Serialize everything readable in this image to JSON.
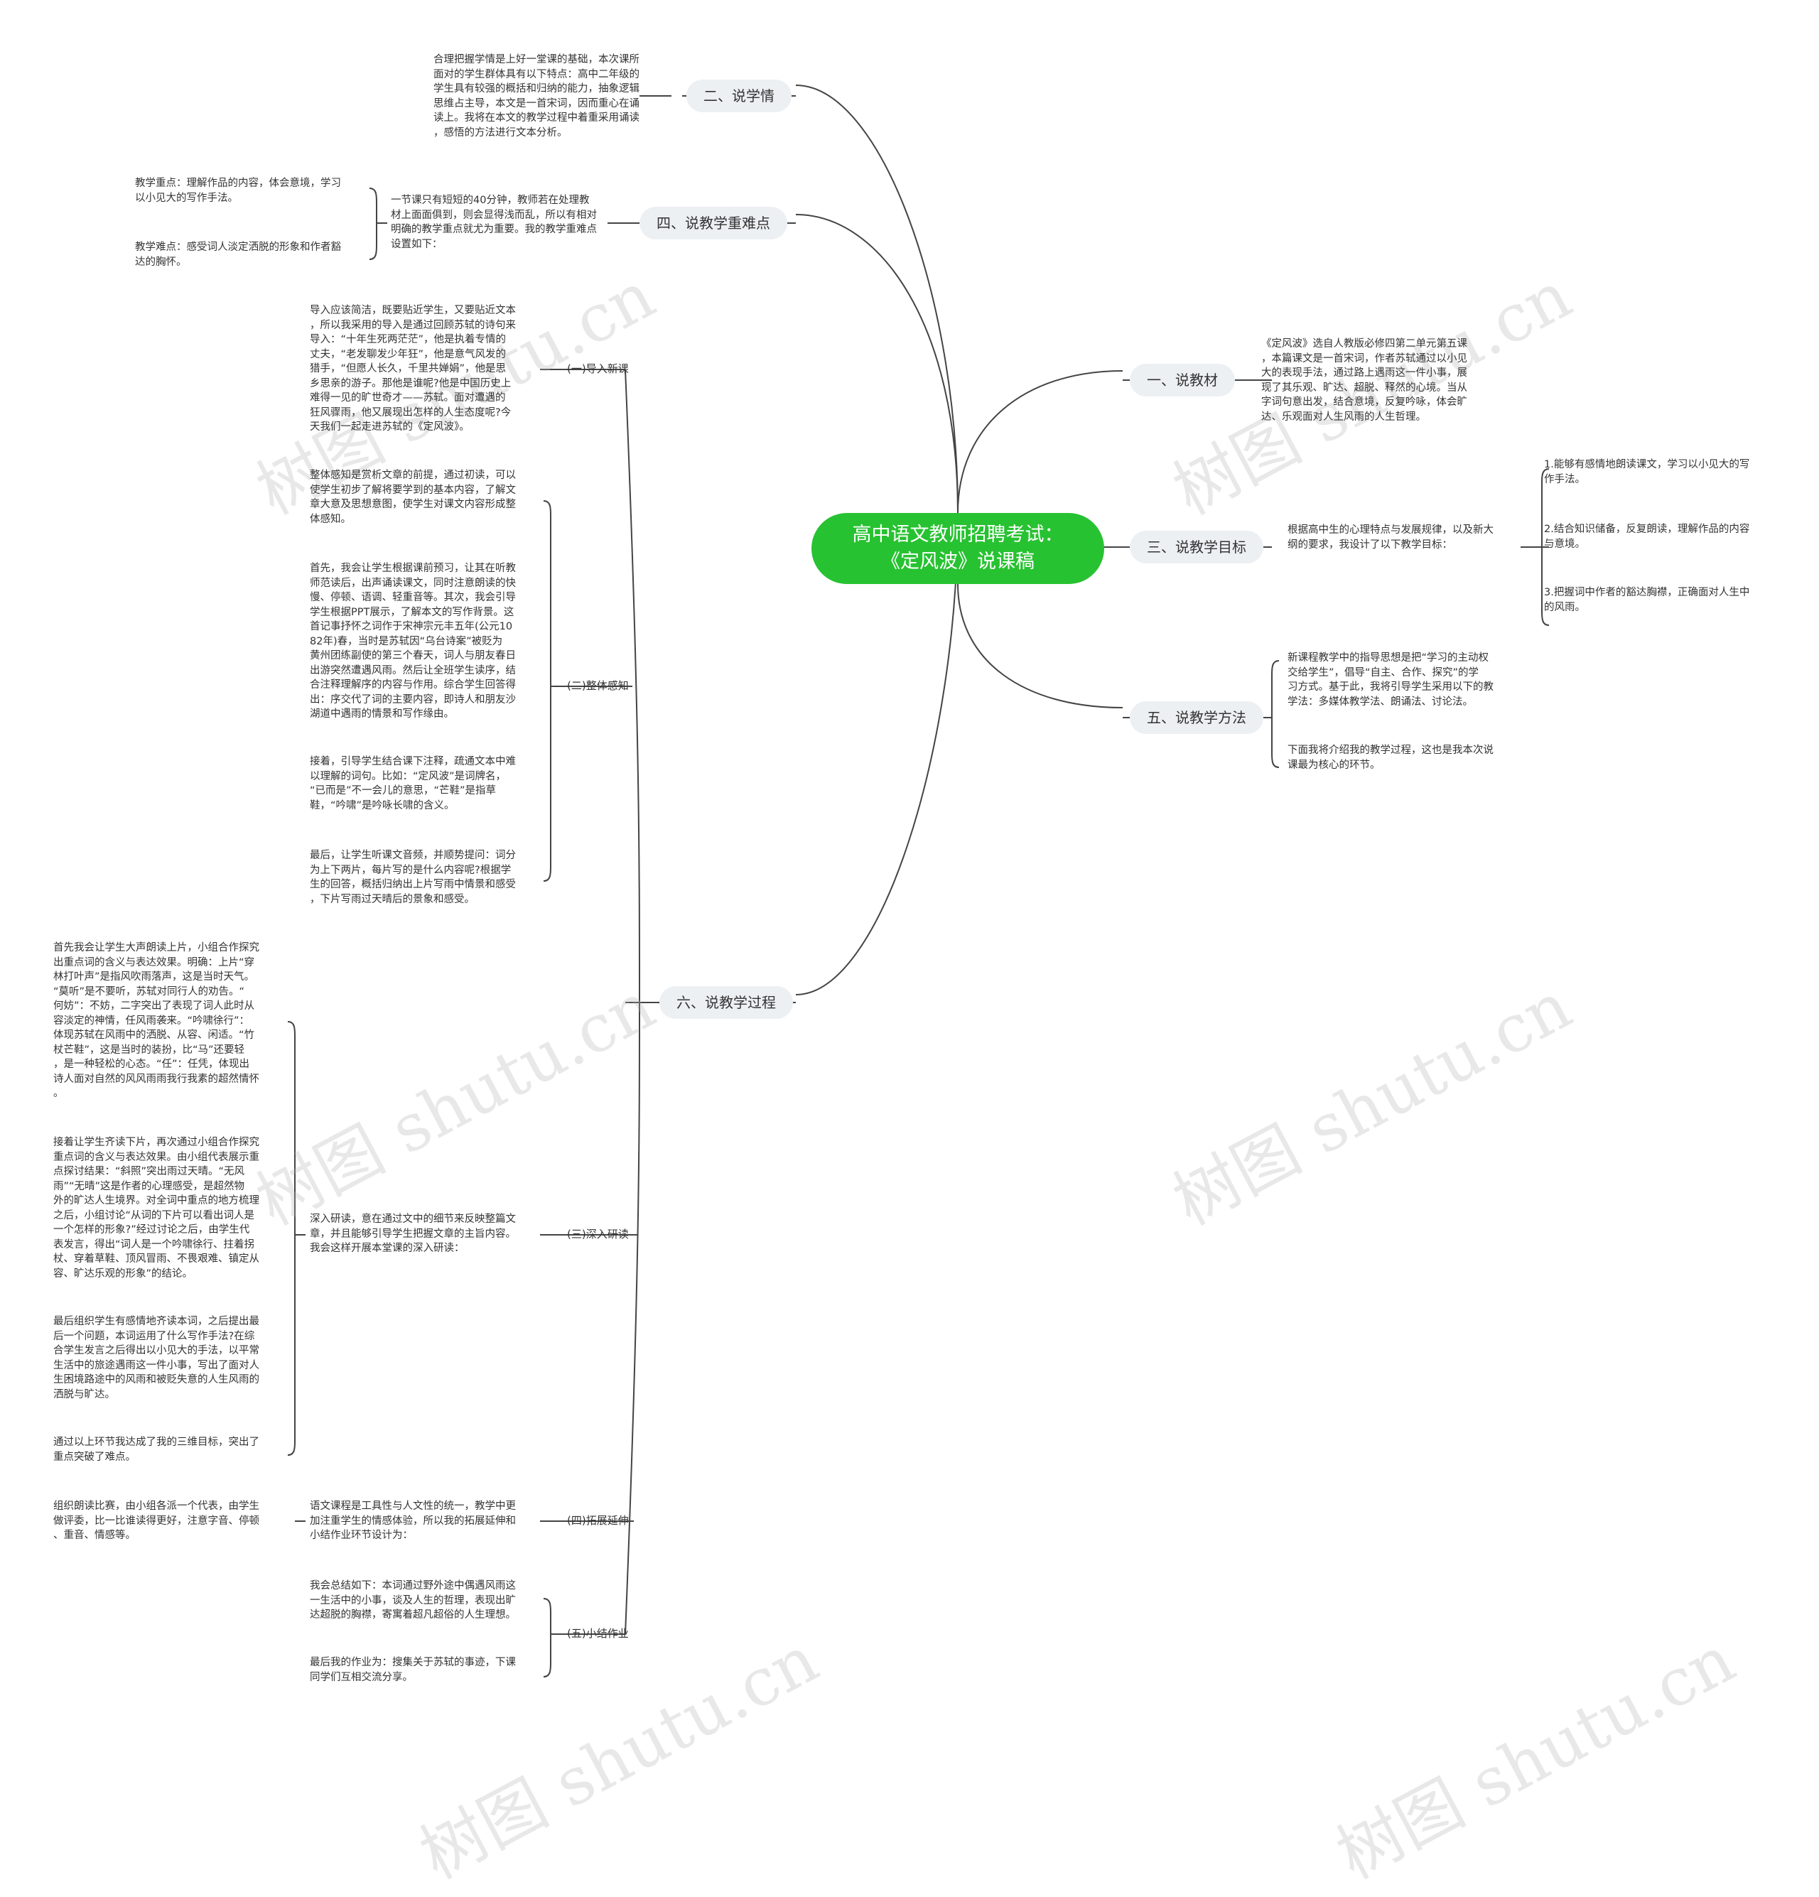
{
  "root": {
    "title": "高中语文教师招聘考试：\n《定风波》说课稿"
  },
  "topics": {
    "t1": "一、说教材",
    "t2": "二、说学情",
    "t3": "三、说教学目标",
    "t4": "四、说教学重难点",
    "t5": "五、说教学方法",
    "t6": "六、说教学过程"
  },
  "subtopics": {
    "s1": "(一)导入新课",
    "s2": "(二)整体感知",
    "s3": "(三)深入研读",
    "s4": "(四)拓展延伸",
    "s5": "(五)小结作业"
  },
  "texts": {
    "t1_text": "《定风波》选自人教版必修四第二单元第五课\n，本篇课文是一首宋词，作者苏轼通过以小见\n大的表现手法，通过路上遇雨这一件小事，展\n现了其乐观、旷达、超脱、释然的心境。当从\n字词句意出发，结合意境，反复吟咏，体会旷\n达、乐观面对人生风雨的人生哲理。",
    "t2_text": "合理把握学情是上好一堂课的基础，本次课所\n面对的学生群体具有以下特点：高中二年级的\n学生具有较强的概括和归纳的能力，抽象逻辑\n思维占主导，本文是一首宋词，因而重心在诵\n读上。我将在本文的教学过程中着重采用诵读\n，感悟的方法进行文本分析。",
    "t3_text": "根据高中生的心理特点与发展规律，以及新大\n纲的要求，我设计了以下教学目标：",
    "t3_g1": "1.能够有感情地朗读课文，学习以小见大的写\n作手法。",
    "t3_g2": "2.结合知识储备，反复朗读，理解作品的内容\n与意境。",
    "t3_g3": "3.把握词中作者的豁达胸襟，正确面对人生中\n的风雨。",
    "t4_text": "一节课只有短短的40分钟，教师若在处理教\n材上面面俱到，则会显得浅而乱，所以有相对\n明确的教学重点就尤为重要。我的教学重难点\n设置如下：",
    "t4_a": "教学重点：理解作品的内容，体会意境，学习\n以小见大的写作手法。",
    "t4_b": "教学难点：感受词人淡定洒脱的形象和作者豁\n达的胸怀。",
    "t5_a": "新课程教学中的指导思想是把“学习的主动权\n交给学生”，倡导“自主、合作、探究”的学\n习方式。基于此，我将引导学生采用以下的教\n学法：多媒体教学法、朗诵法、讨论法。",
    "t5_b": "下面我将介绍我的教学过程，这也是我本次说\n课最为核心的环节。",
    "s1_text": "导入应该简洁，既要贴近学生，又要贴近文本\n，所以我采用的导入是通过回顾苏轼的诗句来\n导入：“十年生死两茫茫”，他是执着专情的\n丈夫，“老发聊发少年狂”，他是意气风发的\n猎手，“但愿人长久，千里共婵娟”，他是思\n乡思亲的游子。那他是谁呢?他是中国历史上\n难得一见的旷世奇才——苏轼。面对遭遇的\n狂风骤雨，他又展现出怎样的人生态度呢?今\n天我们一起走进苏轼的《定风波》。",
    "s2_a": "整体感知是赏析文章的前提，通过初读，可以\n使学生初步了解将要学到的基本内容，了解文\n章大意及思想意图，使学生对课文内容形成整\n体感知。",
    "s2_b": "首先，我会让学生根据课前预习，让其在听教\n师范读后，出声诵读课文，同时注意朗读的快\n慢、停顿、语调、轻重音等。其次，我会引导\n学生根据PPT展示，了解本文的写作背景。这\n首记事抒怀之词作于宋神宗元丰五年(公元10\n82年)春，当时是苏轼因“乌台诗案”被贬为\n黄州团练副使的第三个春天，词人与朋友春日\n出游突然遭遇风雨。然后让全班学生读序，结\n合注释理解序的内容与作用。综合学生回答得\n出：序交代了词的主要内容，即诗人和朋友沙\n湖道中遇雨的情景和写作缘由。",
    "s2_c": "接着，引导学生结合课下注释，疏通文本中难\n以理解的词句。比如：“定风波”是词牌名，\n“已而是”不一会儿的意思，“芒鞋”是指草\n鞋，“吟啸”是吟咏长啸的含义。",
    "s2_d": "最后，让学生听课文音频，并顺势提问：词分\n为上下两片，每片写的是什么内容呢?根据学\n生的回答，概括归纳出上片写雨中情景和感受\n，下片写雨过天晴后的景象和感受。",
    "s3_text": "深入研读，意在通过文中的细节来反映整篇文\n章，并且能够引导学生把握文章的主旨内容。\n我会这样开展本堂课的深入研读：",
    "s3_a": "首先我会让学生大声朗读上片，小组合作探究\n出重点词的含义与表达效果。明确：上片“穿\n林打叶声”是指风吹雨落声，这是当时天气。\n“莫听”是不要听，苏轼对同行人的劝告。“\n何妨”：不妨，二字突出了表现了词人此时从\n容淡定的神情，任风雨袭来。“吟啸徐行”：\n体现苏轼在风雨中的洒脱、从容、闲适。“竹\n杖芒鞋”，这是当时的装扮，比“马”还要轻\n，是一种轻松的心态。“任”：任凭，体现出\n诗人面对自然的风风雨雨我行我素的超然情怀\n。",
    "s3_b": "接着让学生齐读下片，再次通过小组合作探究\n重点词的含义与表达效果。由小组代表展示重\n点探讨结果：“斜照”突出雨过天晴。“无风\n雨”“无晴”这是作者的心理感受，是超然物\n外的旷达人生境界。对全词中重点的地方梳理\n之后，小组讨论“从词的下片可以看出词人是\n一个怎样的形象?”经过讨论之后，由学生代\n表发言，得出“词人是一个吟啸徐行、拄着拐\n杖、穿着草鞋、顶风冒雨、不畏艰难、镇定从\n容、旷达乐观的形象”的结论。",
    "s3_c": "最后组织学生有感情地齐读本词，之后提出最\n后一个问题，本词运用了什么写作手法?在综\n合学生发言之后得出以小见大的手法，以平常\n生活中的旅途遇雨这一件小事，写出了面对人\n生困境路途中的风雨和被贬失意的人生风雨的\n洒脱与旷达。",
    "s3_d": "通过以上环节我达成了我的三维目标，突出了\n重点突破了难点。",
    "s4_text": "语文课程是工具性与人文性的统一，教学中更\n加注重学生的情感体验，所以我的拓展延伸和\n小结作业环节设计为：",
    "s4_a": "组织朗读比赛，由小组各派一个代表，由学生\n做评委，比一比谁读得更好，注意字音、停顿\n、重音、情感等。",
    "s5_a": "我会总结如下：本词通过野外途中偶遇风雨这\n一生活中的小事，谈及人生的哲理，表现出旷\n达超脱的胸襟，寄寓着超凡超俗的人生理想。",
    "s5_b": "最后我的作业为：搜集关于苏轼的事迹，下课\n同学们互相交流分享。"
  },
  "watermark": "树图 shutu.cn",
  "colors": {
    "root": "#27c231",
    "topic_bg": "#edf0f3",
    "line": "#444444"
  }
}
